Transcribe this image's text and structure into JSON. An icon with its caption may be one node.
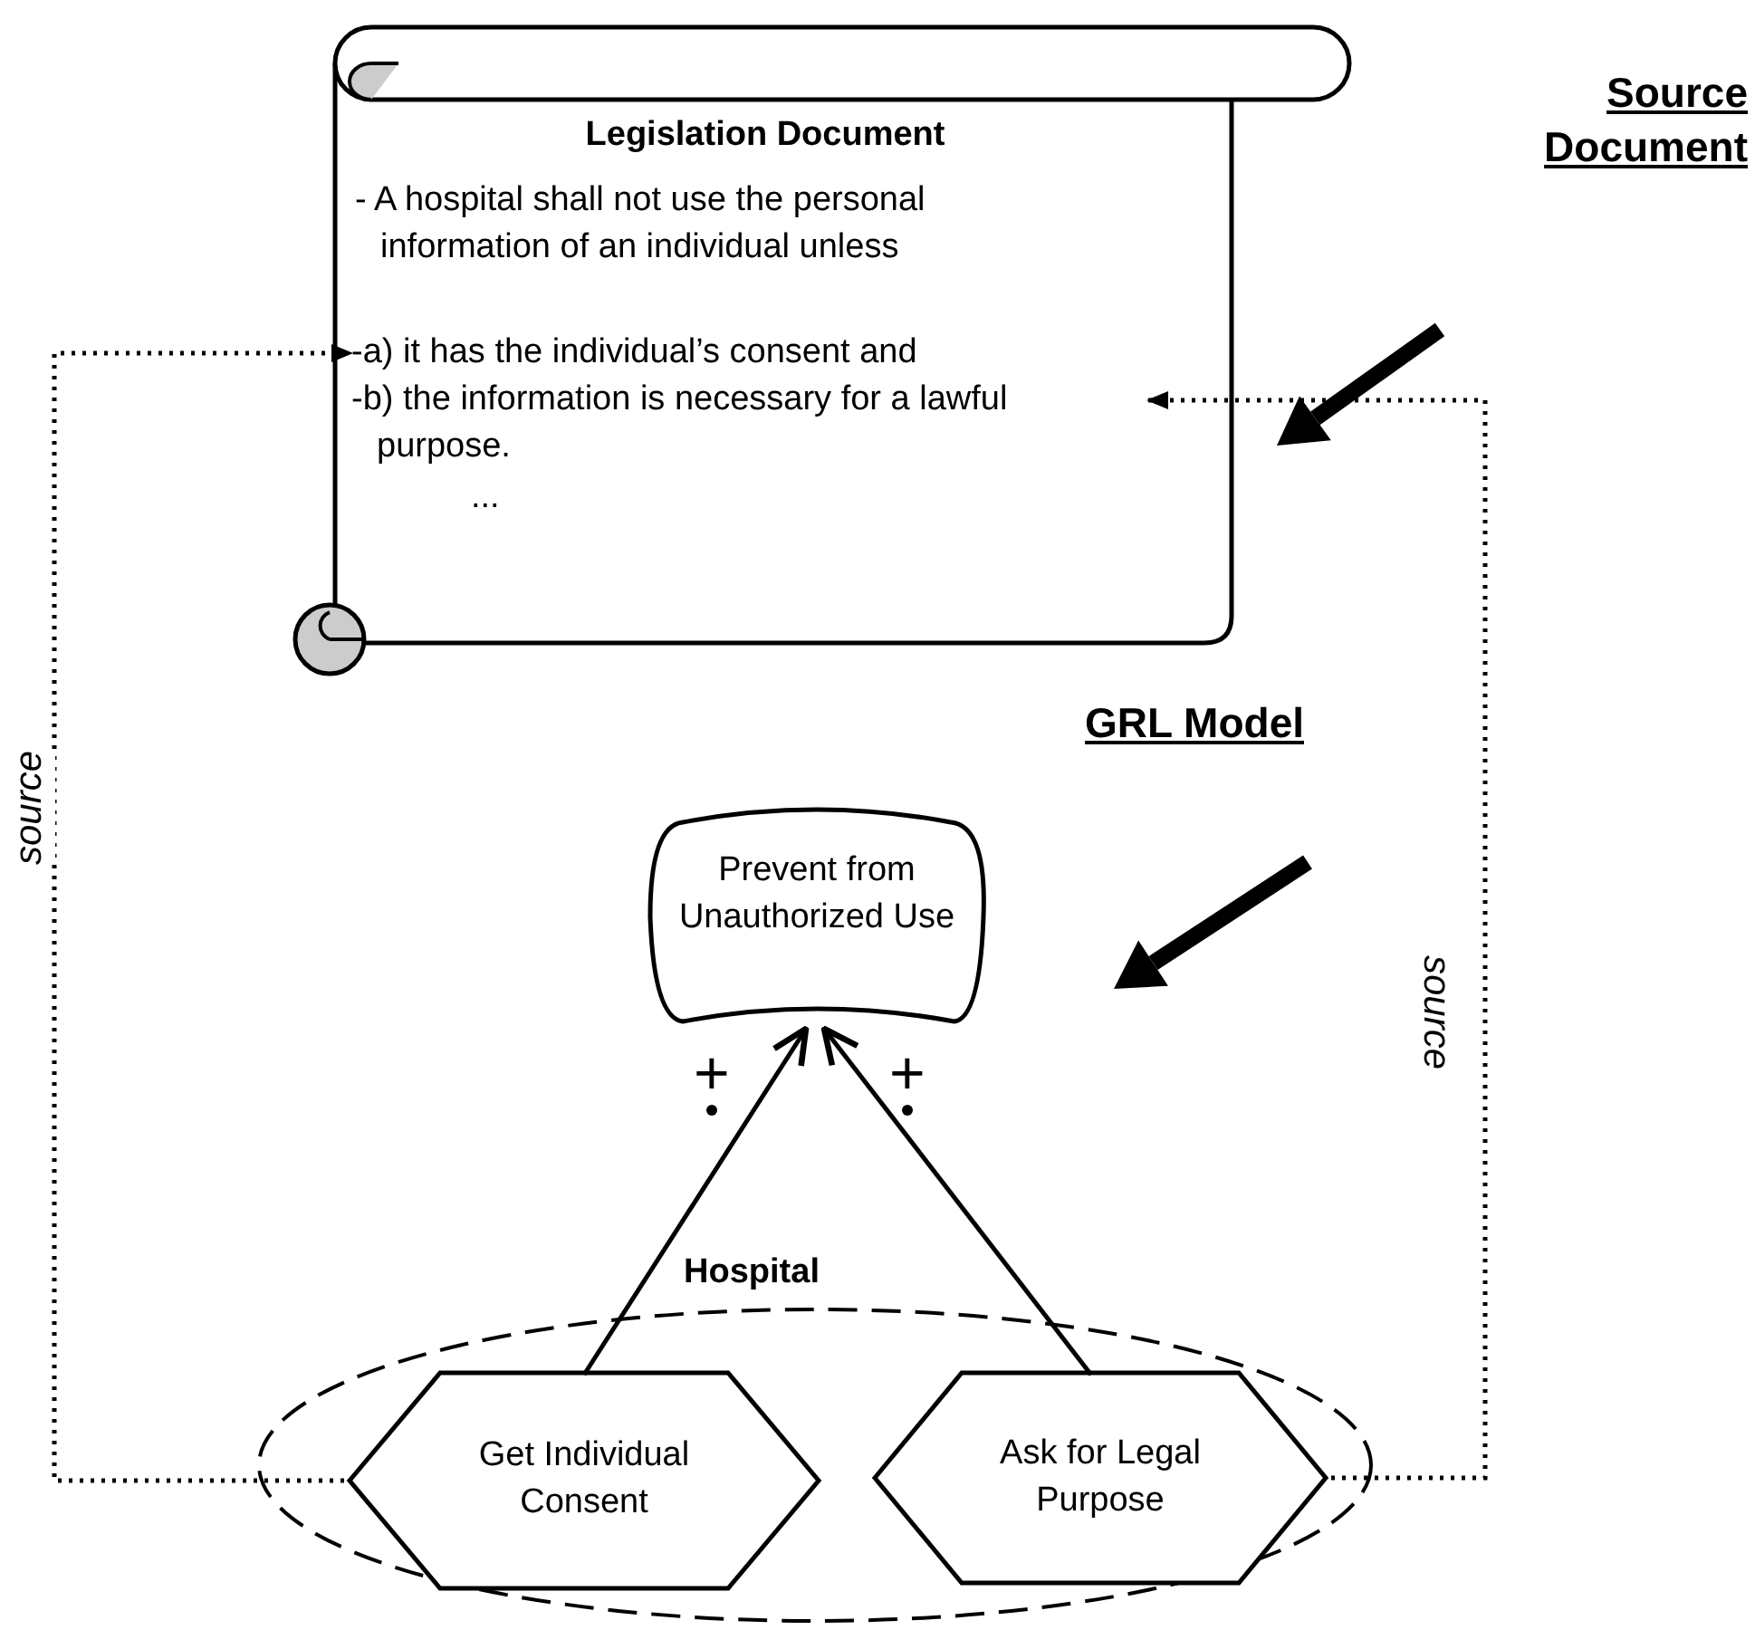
{
  "diagram": {
    "nodes": [
      {
        "text": [
          "Legislation Document",
          "- A hospital shall not use the personal information of an individual unless",
          "..."
        ]
      },
      {
        "text": [
          "-a) it has the individual’s consent and"
        ],
        "in": 0
      },
      {
        "text": [
          "-b) the information is necessary for a lawful purpose."
        ],
        "in": 0
      },
      {
        "text": [
          "Prevent from Unauthorized Use"
        ]
      },
      {
        "text": [
          "Hospital"
        ]
      },
      {
        "text": [
          "Get Individual Consent"
        ],
        "in": 4
      },
      {
        "text": [
          "Ask for Legal Purpose"
        ],
        "in": 4
      }
    ],
    "edges": [
      {
        "from": 5,
        "to": 1,
        "arrow": "to",
        "label": "source",
        "style": "dashed"
      },
      {
        "from": 6,
        "to": 2,
        "arrow": "to",
        "label": "source",
        "style": "dashed"
      },
      {
        "from": 5,
        "to": 3,
        "arrow": "to",
        "label": "+"
      },
      {
        "from": 6,
        "to": 3,
        "arrow": "to",
        "label": "+"
      }
    ],
    "labels": [
      "Source Document",
      "GRL Model"
    ]
  }
}
